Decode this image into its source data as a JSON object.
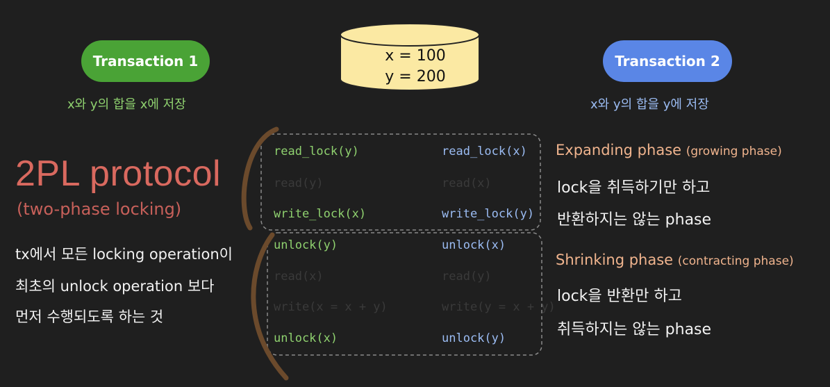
{
  "database": {
    "x_line": "x = 100",
    "y_line": "y = 200"
  },
  "transaction1": {
    "label": "Transaction 1",
    "goal": "x와 y의 합을 x에 저장"
  },
  "transaction2": {
    "label": "Transaction 2",
    "goal": "x와 y의 합을 y에 저장"
  },
  "protocol": {
    "title": "2PL protocol",
    "subtitle": "(two-phase locking)",
    "description": [
      "tx에서 모든 locking operation이",
      "최초의 unlock operation 보다",
      "먼저 수행되도록 하는 것"
    ]
  },
  "operations": {
    "tx1": [
      "read_lock(y)",
      "read(y)",
      "write_lock(x)",
      "unlock(y)",
      "read(x)",
      "write(x = x + y)",
      "unlock(x)"
    ],
    "tx2": [
      "read_lock(x)",
      "read(x)",
      "write_lock(y)",
      "unlock(x)",
      "read(y)",
      "write(y = x + y)",
      "unlock(y)"
    ]
  },
  "expanding_phase": {
    "title": "Expanding phase",
    "note": "(growing phase)",
    "lines": [
      "lock을 취득하기만 하고",
      "반환하지는 않는 phase"
    ]
  },
  "shrinking_phase": {
    "title": "Shrinking phase",
    "note": "(contracting phase)",
    "lines": [
      "lock을 반환만 하고",
      "취득하지는 않는 phase"
    ]
  },
  "colors": {
    "tx1": "#4aa336",
    "tx2": "#5a86e6",
    "protocol_title": "#d9695f",
    "phase_title": "#f0b48e",
    "database": "#fbe9a3",
    "bracket": "#6b4a2c"
  }
}
